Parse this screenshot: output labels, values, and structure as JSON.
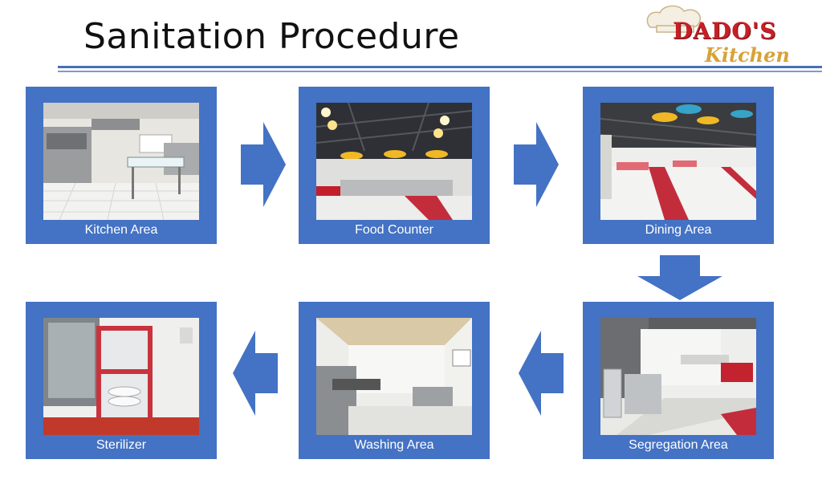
{
  "title": "Sanitation Procedure",
  "logo": {
    "brand": "DADO'S",
    "sub": "Kitchen"
  },
  "steps": [
    {
      "label": "Kitchen Area"
    },
    {
      "label": "Food Counter"
    },
    {
      "label": "Dining Area"
    },
    {
      "label": "Segregation Area"
    },
    {
      "label": "Washing Area"
    },
    {
      "label": "Sterilizer"
    }
  ],
  "colors": {
    "card": "#4472c4",
    "rule": "#4a6fb5",
    "logo_red": "#c62026",
    "logo_gold": "#d8a238"
  }
}
